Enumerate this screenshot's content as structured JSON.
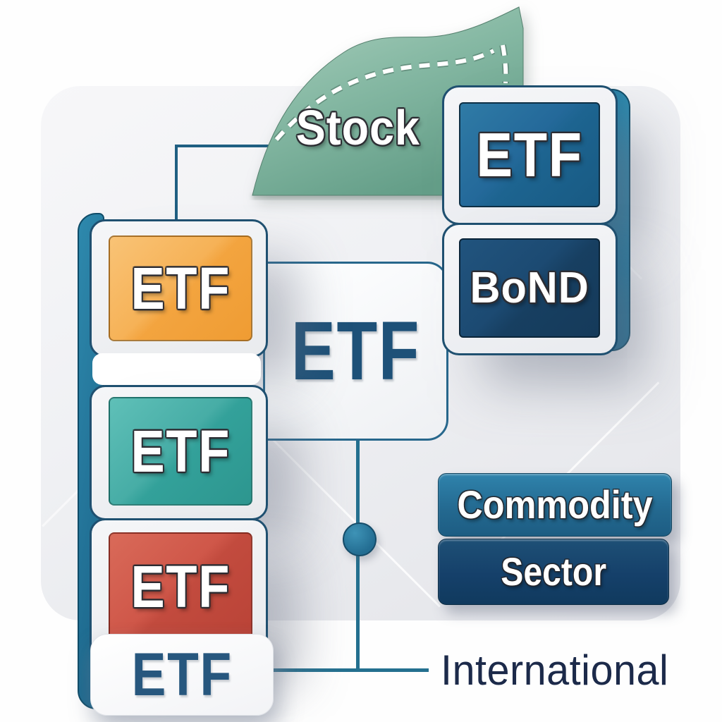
{
  "flag": {
    "label": "Stock"
  },
  "right_stack": {
    "cards": [
      {
        "label": "ETF"
      },
      {
        "label": "BoND"
      }
    ]
  },
  "left_stack": {
    "cards": [
      {
        "label": "ETF"
      },
      {
        "label": "ETF"
      },
      {
        "label": "ETF"
      }
    ]
  },
  "center_box": {
    "label": "ETF"
  },
  "bottom_box": {
    "label": "ETF"
  },
  "category_buttons": [
    {
      "label": "Commodity"
    },
    {
      "label": "Sector"
    }
  ],
  "footer": {
    "international_label": "International"
  },
  "colors": {
    "flag_green": "#85b8a3",
    "stock_etf_blue": "#1f6490",
    "bond_navy": "#1a436a",
    "orange_tile": "#f3a94d",
    "teal_tile": "#3fa89f",
    "red_tile": "#c94f42",
    "commodity_blue": "#26719c",
    "sector_navy": "#17436a",
    "connector_teal": "#24708f",
    "text_navy": "#1e5178",
    "spine_teal": "#1f6e92"
  }
}
